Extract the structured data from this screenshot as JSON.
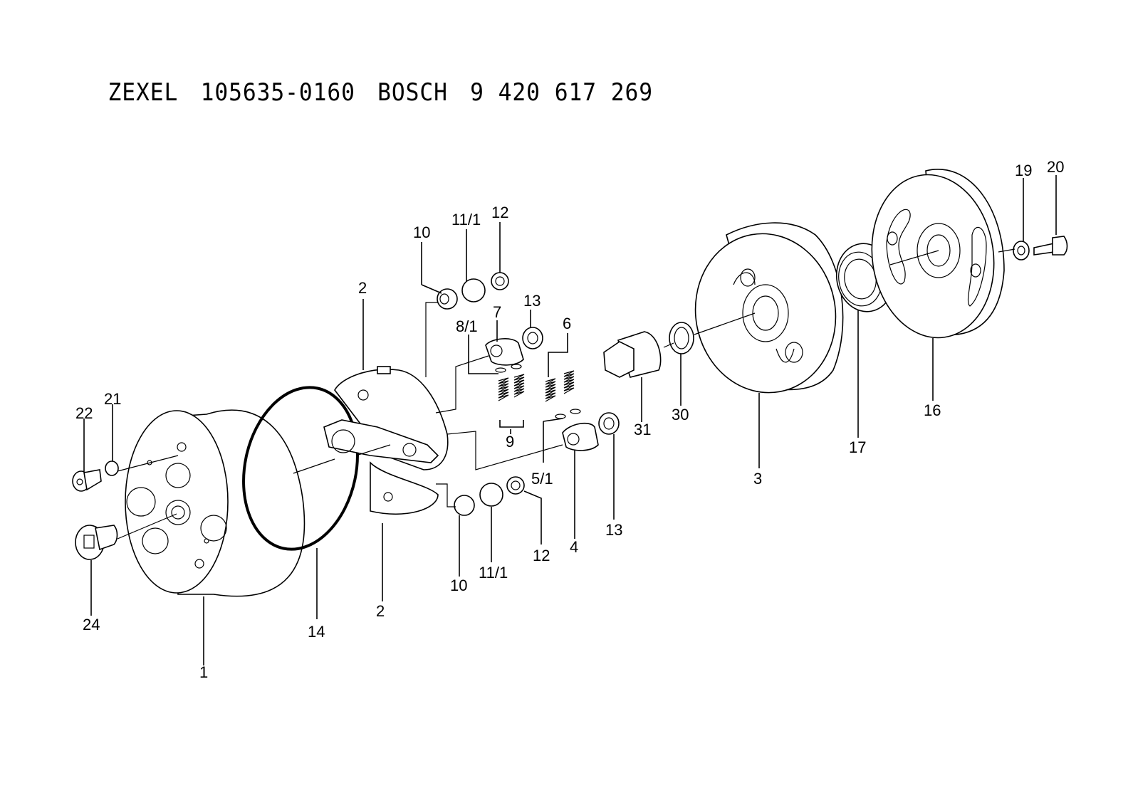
{
  "header": {
    "brand1": "ZEXEL",
    "part_number1": "105635-0160",
    "brand2": "BOSCH",
    "part_number2": "9 420 617 269"
  },
  "labels": {
    "l1": "1",
    "l2a": "2",
    "l2b": "2",
    "l3": "3",
    "l4": "4",
    "l5_1": "5/1",
    "l6": "6",
    "l7": "7",
    "l8_1": "8/1",
    "l9": "9",
    "l10a": "10",
    "l10b": "10",
    "l11_1a": "11/1",
    "l11_1b": "11/1",
    "l12a": "12",
    "l12b": "12",
    "l13a": "13",
    "l13b": "13",
    "l14": "14",
    "l16": "16",
    "l17": "17",
    "l19": "19",
    "l20": "20",
    "l21": "21",
    "l22": "22",
    "l24": "24",
    "l30": "30",
    "l31": "31"
  }
}
